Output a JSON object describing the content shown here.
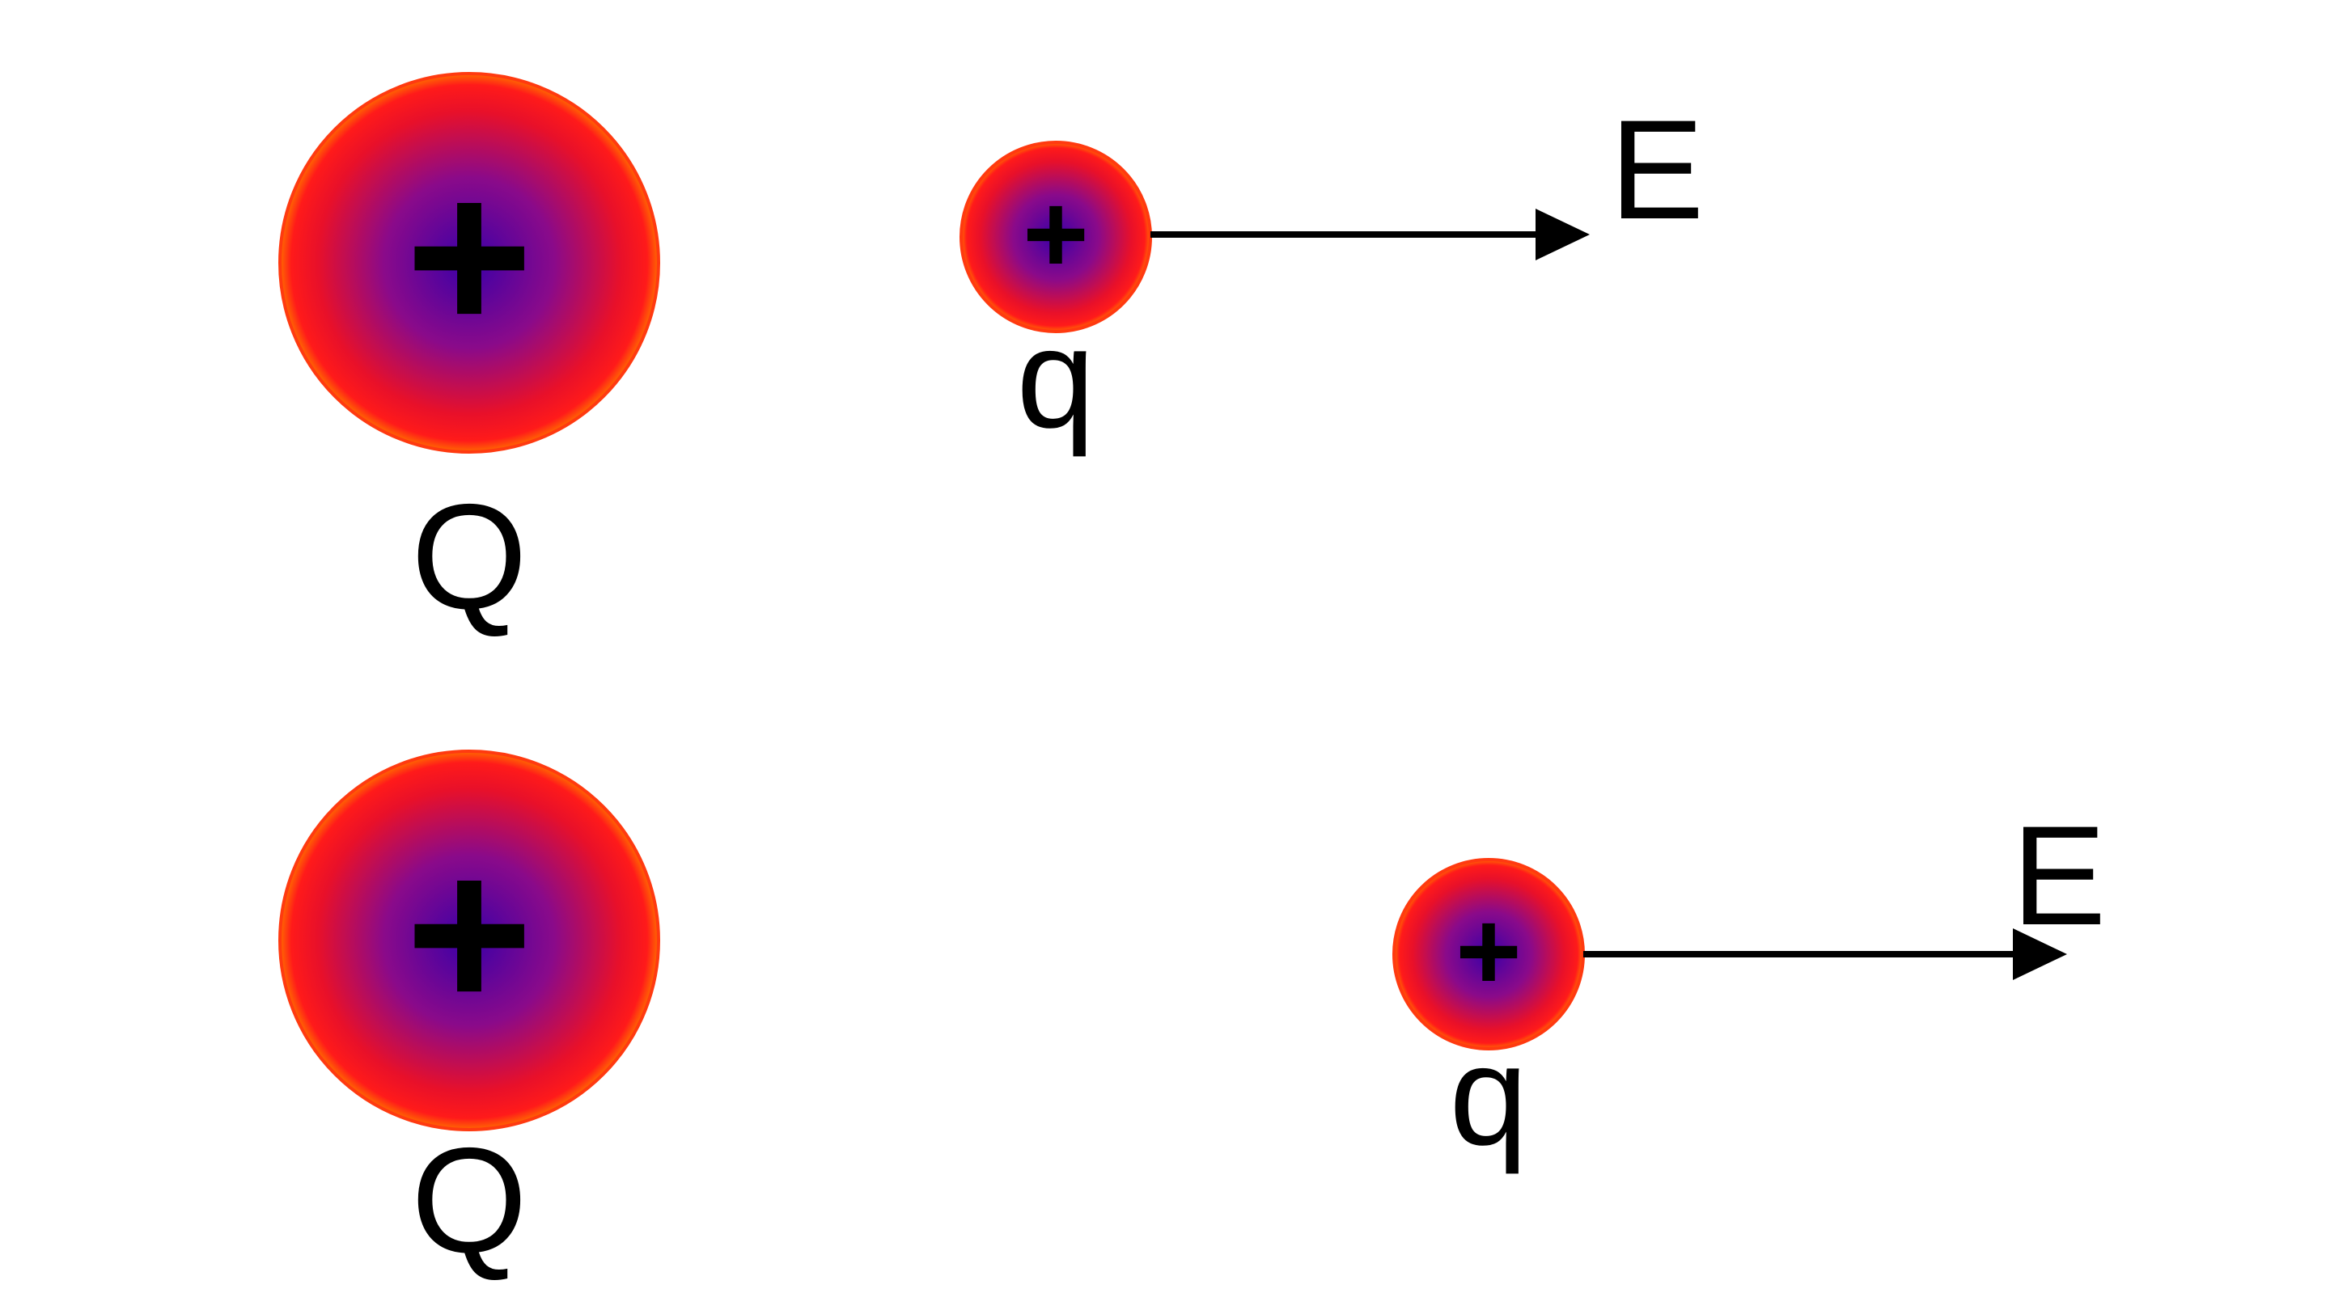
{
  "colors": {
    "charge_center": "#3a00a8",
    "charge_mid": "#9a0a7a",
    "charge_edge": "#ff1a1a",
    "charge_rim": "#ff6a00",
    "ink": "#000000",
    "background": "#ffffff"
  },
  "panels": [
    {
      "source_charge": {
        "label": "Q",
        "sign": "+"
      },
      "test_charge": {
        "label": "q",
        "sign": "+"
      },
      "field_vector": {
        "label": "E",
        "direction": "right"
      }
    },
    {
      "source_charge": {
        "label": "Q",
        "sign": "+"
      },
      "test_charge": {
        "label": "q",
        "sign": "+"
      },
      "field_vector": {
        "label": "E",
        "direction": "right"
      }
    }
  ]
}
